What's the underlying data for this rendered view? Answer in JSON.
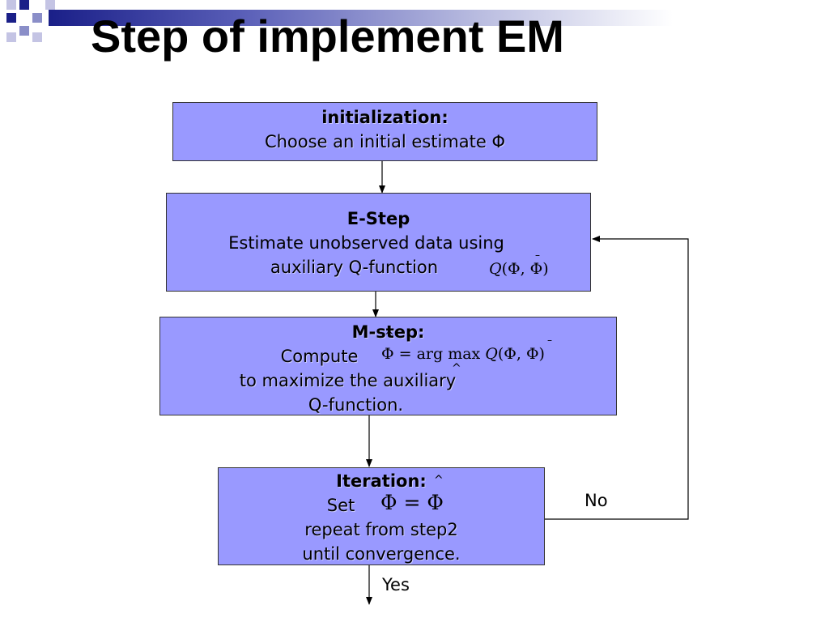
{
  "slide": {
    "title": "Step of  implement EM"
  },
  "steps": [
    {
      "heading": "initialization:",
      "lines": [
        "Choose an initial estimate Φ"
      ]
    },
    {
      "heading": "E-Step",
      "lines": [
        "Estimate unobserved data using",
        "auxiliary Q-function"
      ]
    },
    {
      "heading": "M-step:",
      "lines": [
        "Compute",
        "to maximize the auxiliary",
        "Q-function."
      ]
    },
    {
      "heading": "Iteration:",
      "lines": [
        "Set",
        "repeat from step2",
        "until convergence."
      ]
    }
  ],
  "labels": {
    "no": "No",
    "yes": "Yes"
  },
  "colors": {
    "box_fill": "#9999ff",
    "title_bar": "#1a1f88"
  }
}
